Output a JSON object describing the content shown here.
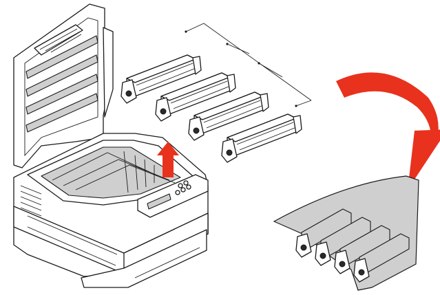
{
  "figure": {
    "printer": {
      "state": "top-cover-open"
    },
    "drums": {
      "count": 4
    },
    "lift_arrow": {
      "direction": "up",
      "color": "#e8321e"
    },
    "curved_arrow": {
      "direction": "clockwise-down",
      "color": "#e8321e"
    },
    "protective_sheet": {
      "color": "#cfcfcf"
    }
  }
}
